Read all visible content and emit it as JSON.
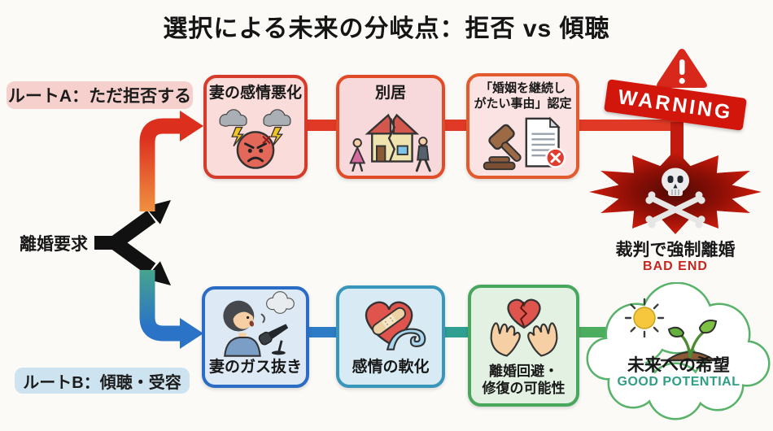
{
  "title": "選択による未来の分岐点：拒否 vs 傾聴",
  "start_label": "離婚要求",
  "route_a": {
    "label": "ルートA：ただ拒否する",
    "steps": [
      {
        "label": "妻の感情悪化",
        "icon": "storm-angry-face-icon"
      },
      {
        "label": "別居",
        "icon": "broken-house-separation-icon"
      },
      {
        "line1": "「婚姻を継続し",
        "line2": "がたい事由」認定",
        "icon": "gavel-rejected-document-icon"
      }
    ],
    "warning": "WARNING",
    "outcome_label": "裁判で強制離婚",
    "outcome_tag": "BAD END"
  },
  "route_b": {
    "label": "ルートB：傾聴・受容",
    "steps": [
      {
        "label": "妻のガス抜き",
        "icon": "venting-microphone-icon"
      },
      {
        "label": "感情の軟化",
        "icon": "bandaged-heart-wave-icon"
      },
      {
        "line1": "離婚回避・",
        "line2": "修復の可能性",
        "icon": "hands-holding-broken-heart-icon"
      }
    ],
    "outcome_label": "未来への希望",
    "outcome_tag": "GOOD POTENTIAL"
  },
  "icons": {
    "start": "fork-arrow-icon",
    "route_a_entry": "red-elbow-arrow-icon",
    "route_b_entry": "blue-elbow-arrow-icon",
    "warning": [
      "warning-triangle-icon",
      "warning-starburst-icon",
      "skull-crossbones-icon"
    ],
    "good_end": [
      "cloud-icon",
      "sun-icon",
      "sprout-icon"
    ]
  },
  "colors": {
    "background": "#fbfaf7",
    "route_a_accent": "#d63a2a",
    "route_b_accent": "#2b6cc4",
    "warning_red": "#d2160b",
    "bad_end_red": "#c4271f",
    "good_green": "#2f9e84",
    "cloud_green": "#58b269",
    "route_a_pill": "#f6d0cc",
    "route_b_pill": "#cde3ef"
  }
}
